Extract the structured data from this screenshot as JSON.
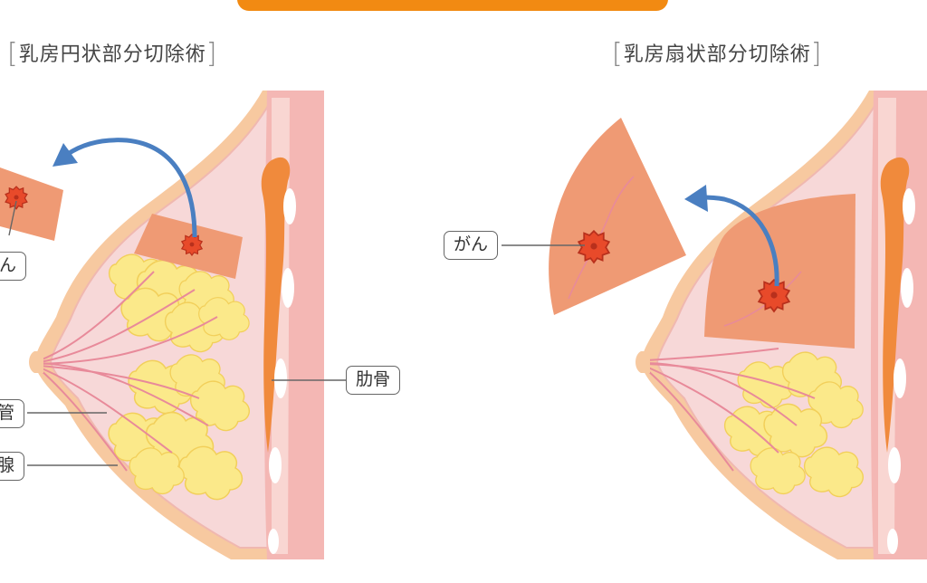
{
  "title_bar": {
    "text": ""
  },
  "headings": {
    "left": "乳房円状部分切除術",
    "right": "乳房扇状部分切除術"
  },
  "labels": {
    "cancer_left": "ん",
    "duct": "管",
    "gland": "腺",
    "rib": "肋骨",
    "cancer_right": "がん"
  },
  "colors": {
    "accent_orange": "#f28a12",
    "skin": "#f7c9a0",
    "tissue_pink": "#f7d8d8",
    "excised_tissue": "#ef9a74",
    "tumor": "#e84a2a",
    "fat_yellow": "#fbe98a",
    "muscle": "#f08a3c",
    "arrow_blue": "#4a7fc1"
  }
}
